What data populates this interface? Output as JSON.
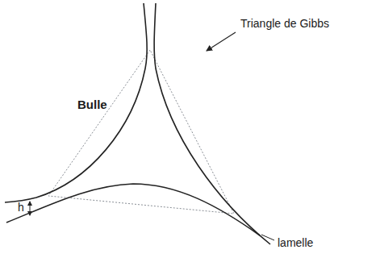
{
  "diagram": {
    "labels": [
      "Bulle",
      "Triangle de Gibbs",
      "lamelle",
      "h"
    ]
  }
}
